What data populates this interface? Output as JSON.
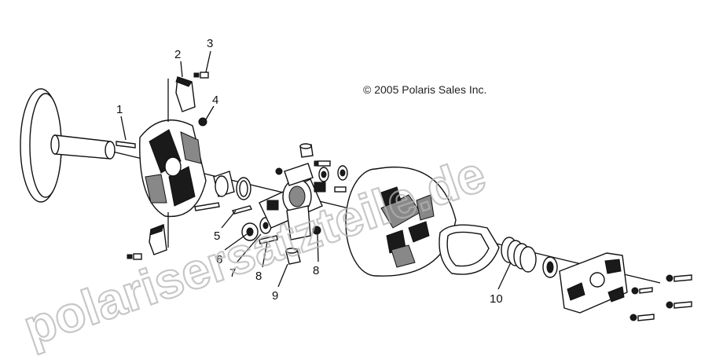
{
  "copyright": "© 2005 Polaris Sales Inc.",
  "watermark": "polarisersatzteile.de",
  "callouts": [
    "1",
    "2",
    "3",
    "4",
    "5",
    "6",
    "7",
    "8",
    "8",
    "9",
    "10"
  ]
}
